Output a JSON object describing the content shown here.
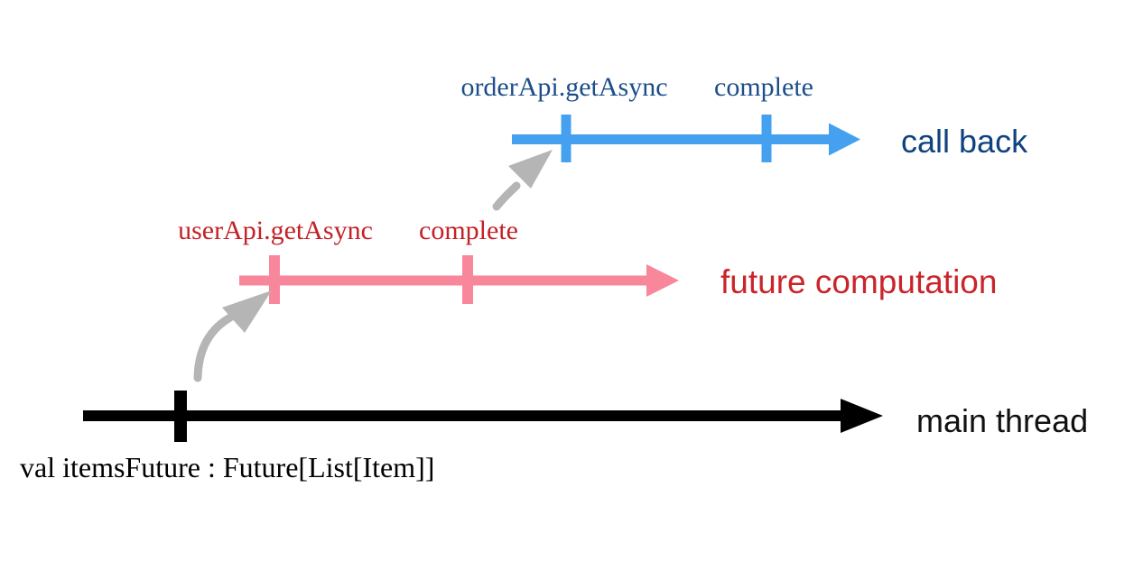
{
  "colors": {
    "callback_blue": "#45a0ef",
    "callback_text": "#1b4e8a",
    "callback_name_text": "#0f4280",
    "future_pink": "#f8879b",
    "future_text": "#c32127",
    "future_name_text": "#c9252b",
    "main_black": "#000000",
    "arrow_gray": "#b5b5b5"
  },
  "callback_timeline": {
    "name_label": "call back",
    "start_event_label": "orderApi.getAsync",
    "complete_event_label": "complete"
  },
  "future_timeline": {
    "name_label": "future computation",
    "start_event_label": "userApi.getAsync",
    "complete_event_label": "complete"
  },
  "main_timeline": {
    "name_label": "main thread"
  },
  "code_annotation": "val itemsFuture : Future[List[Item]]"
}
